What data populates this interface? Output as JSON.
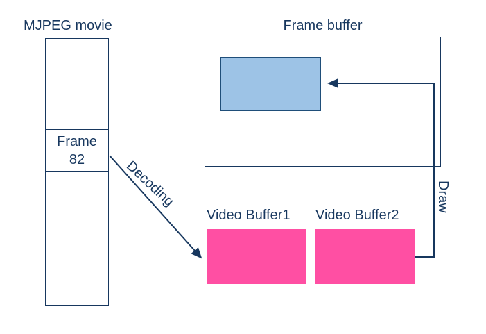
{
  "diagram": {
    "mjpeg": {
      "label": "MJPEG movie",
      "frame_line1": "Frame",
      "frame_line2": "82"
    },
    "frame_buffer": {
      "label": "Frame buffer"
    },
    "arrows": {
      "decoding_label": "Decoding",
      "draw_label": "Draw"
    },
    "video_buffers": {
      "buffer1_label": "Video Buffer1",
      "buffer2_label": "Video Buffer2"
    },
    "colors": {
      "line": "#17375E",
      "text": "#17375E",
      "frame_rect_fill": "#9DC3E6",
      "frame_rect_border": "#1F4E79",
      "video_buffer_fill": "#FF4FA3"
    }
  }
}
